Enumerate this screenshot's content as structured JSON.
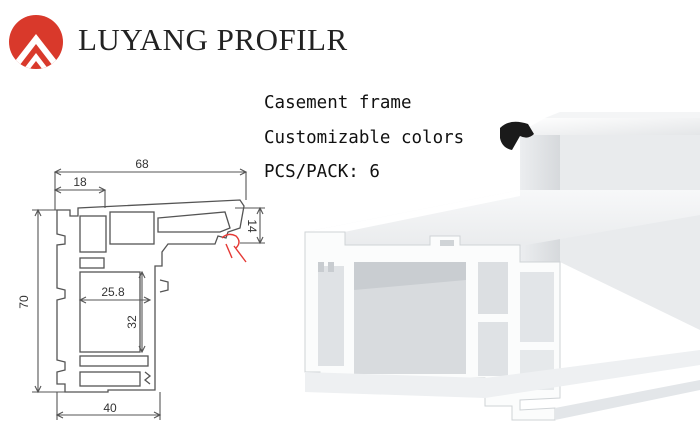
{
  "brand": {
    "name": "LUYANG PROFILR",
    "logo_icon": "mountain-circle-logo",
    "logo_color": "#d9392b"
  },
  "specs": [
    "Casement frame",
    "Customizable colors",
    "PCS/PACK: 6"
  ],
  "drawing": {
    "dimensions": {
      "overall_width": "68",
      "top_offset": "18",
      "right_height": "14",
      "overall_height": "70",
      "chamber_width": "25.8",
      "chamber_height": "32",
      "bottom_width": "40"
    },
    "line_color": "#555555",
    "gasket_color": "#e53935"
  },
  "photo": {
    "subject": "upvc-casement-frame-profile",
    "profile_color": "#f2f3f4",
    "gasket_color": "#1a1a1a"
  }
}
